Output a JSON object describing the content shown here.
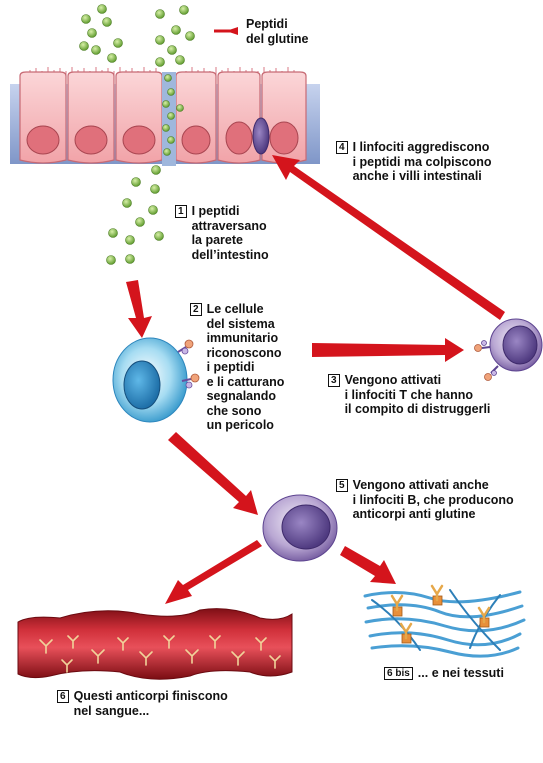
{
  "colors": {
    "arrow": "#d4141c",
    "peptide": "#8cc152",
    "epithelium": "#f2a8ac",
    "lumen": "#9fb3dc",
    "immune_cell": "#3fa9d9",
    "lymphocyte": "#7a5ea5",
    "blood_vessel": "#c8202b",
    "tissue_fiber": "#4a9fd4",
    "antibody": "#e6a84a"
  },
  "labels": {
    "peptidi": "Peptidi\ndel glutine",
    "step1_num": "1",
    "step1": "I peptidi\nattraversano\nla parete\ndell’intestino",
    "step2_num": "2",
    "step2": "Le cellule\ndel sistema\nimmunitario\nriconoscono\ni peptidi\ne li catturano\nsegnalando\nche sono\nun pericolo",
    "step3_num": "3",
    "step3": "Vengono attivati\ni linfociti T che hanno\nil compito di distruggerli",
    "step4_num": "4",
    "step4": "I linfociti aggrediscono\ni peptidi ma colpiscono\nanche i villi intestinali",
    "step5_num": "5",
    "step5": "Vengono attivati anche\ni linfociti B, che producono\nanticorpi anti glutine",
    "step6_num": "6",
    "step6": "Questi anticorpi finiscono\nnel sangue...",
    "step6bis_num": "6 bis",
    "step6bis": "... e nei tessuti"
  }
}
